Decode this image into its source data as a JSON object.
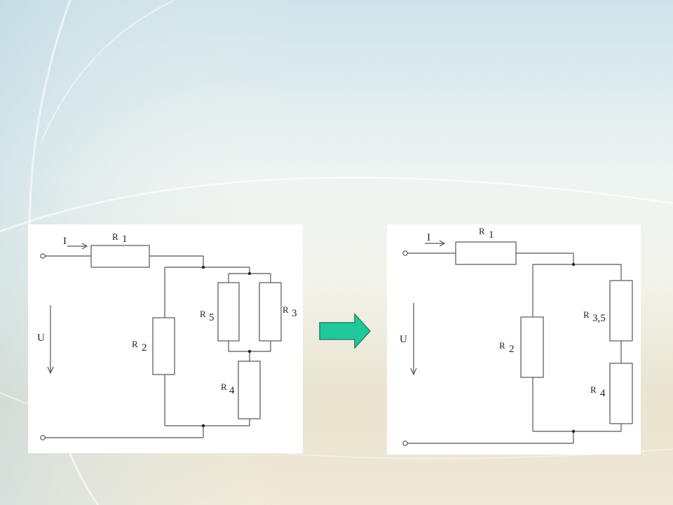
{
  "left_circuit": {
    "current_label": "I",
    "voltage_label": "U",
    "resistors": [
      {
        "letter": "R",
        "index": "1"
      },
      {
        "letter": "R",
        "index": "2"
      },
      {
        "letter": "R",
        "index": "3"
      },
      {
        "letter": "R",
        "index": "4"
      },
      {
        "letter": "R",
        "index": "5"
      }
    ]
  },
  "right_circuit": {
    "current_label": "I",
    "voltage_label": "U",
    "resistors": [
      {
        "letter": "R",
        "index": "1"
      },
      {
        "letter": "R",
        "index": "2"
      },
      {
        "letter": "R",
        "index": "3,5"
      },
      {
        "letter": "R",
        "index": "4"
      }
    ]
  },
  "colors": {
    "arrow_fill": "#1fc99a",
    "arrow_stroke": "#2e7d6a",
    "wire": "#555555"
  },
  "icons": {
    "transform_arrow": "right-arrow-icon"
  }
}
